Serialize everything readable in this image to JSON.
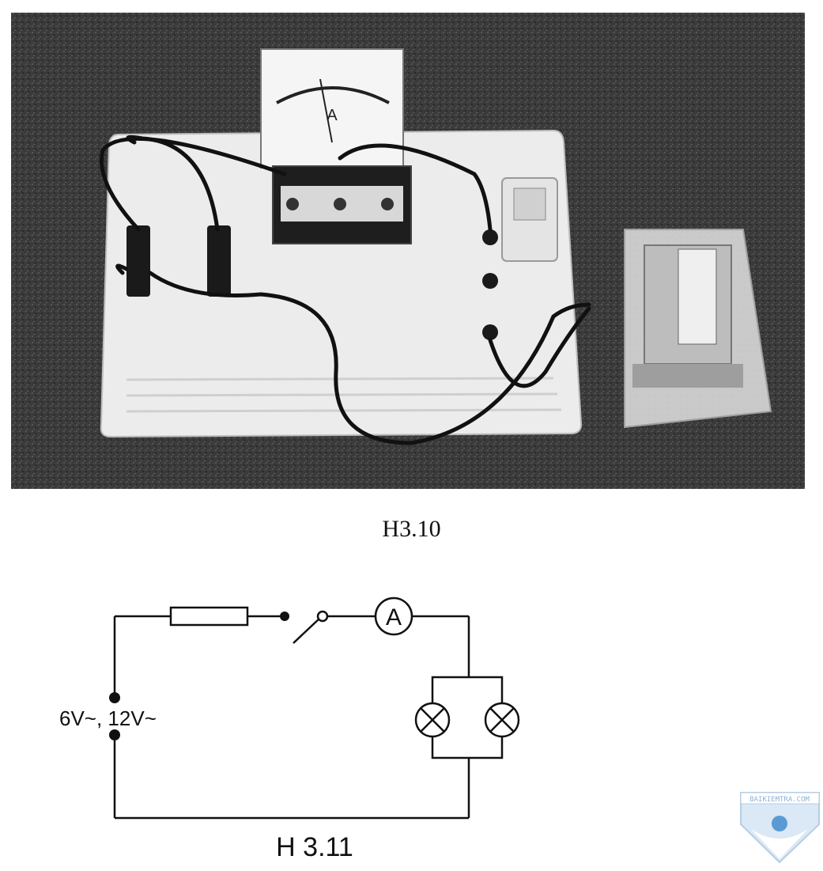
{
  "figures": {
    "photo": {
      "caption": "H3.10",
      "meter_symbol": "A"
    },
    "circuit": {
      "caption": "H 3.11",
      "ammeter_symbol": "A",
      "source_label": "6V~, 12V~",
      "components": [
        "fuse",
        "switch",
        "ammeter",
        "lamp",
        "lamp",
        "ac-source-terminals"
      ]
    }
  },
  "watermark": {
    "text": "BAIKIEMTRA.COM"
  }
}
